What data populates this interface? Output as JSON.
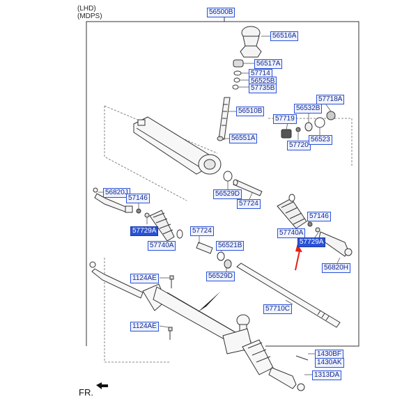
{
  "header": {
    "line1": "(LHD)",
    "line2": "(MDPS)"
  },
  "direction": {
    "label": "FR."
  },
  "colors": {
    "label_border": "#2a52d6",
    "label_fill": "#eef2ff",
    "label_highlight": "#2a52d6",
    "arrow": "#e0201a"
  },
  "parts": {
    "p56500B": "56500B",
    "p56516A": "56516A",
    "p56517A": "56517A",
    "p57714": "57714",
    "p56525B": "56525B",
    "p57735B": "57735B",
    "p56510B": "56510B",
    "p56551A": "56551A",
    "p57718A": "57718A",
    "p56532B": "56532B",
    "p57719": "57719",
    "p57720": "57720",
    "p56523": "56523",
    "p56529D_a": "56529D",
    "p57724_a": "57724",
    "p56820J": "56820J",
    "p57146_a": "57146",
    "p57729A_a": "57729A",
    "p57740A_a": "57740A",
    "p57724_b": "57724",
    "p56521B": "56521B",
    "p56529D_b": "56529D",
    "p57146_b": "57146",
    "p57740A_b": "57740A",
    "p57729A_b": "57729A",
    "p56820H": "56820H",
    "p1124AE_a": "1124AE",
    "p57710C": "57710C",
    "p1124AE_b": "1124AE",
    "p1430BF": "1430BF",
    "p1430AK": "1430AK",
    "p1313DA": "1313DA"
  }
}
